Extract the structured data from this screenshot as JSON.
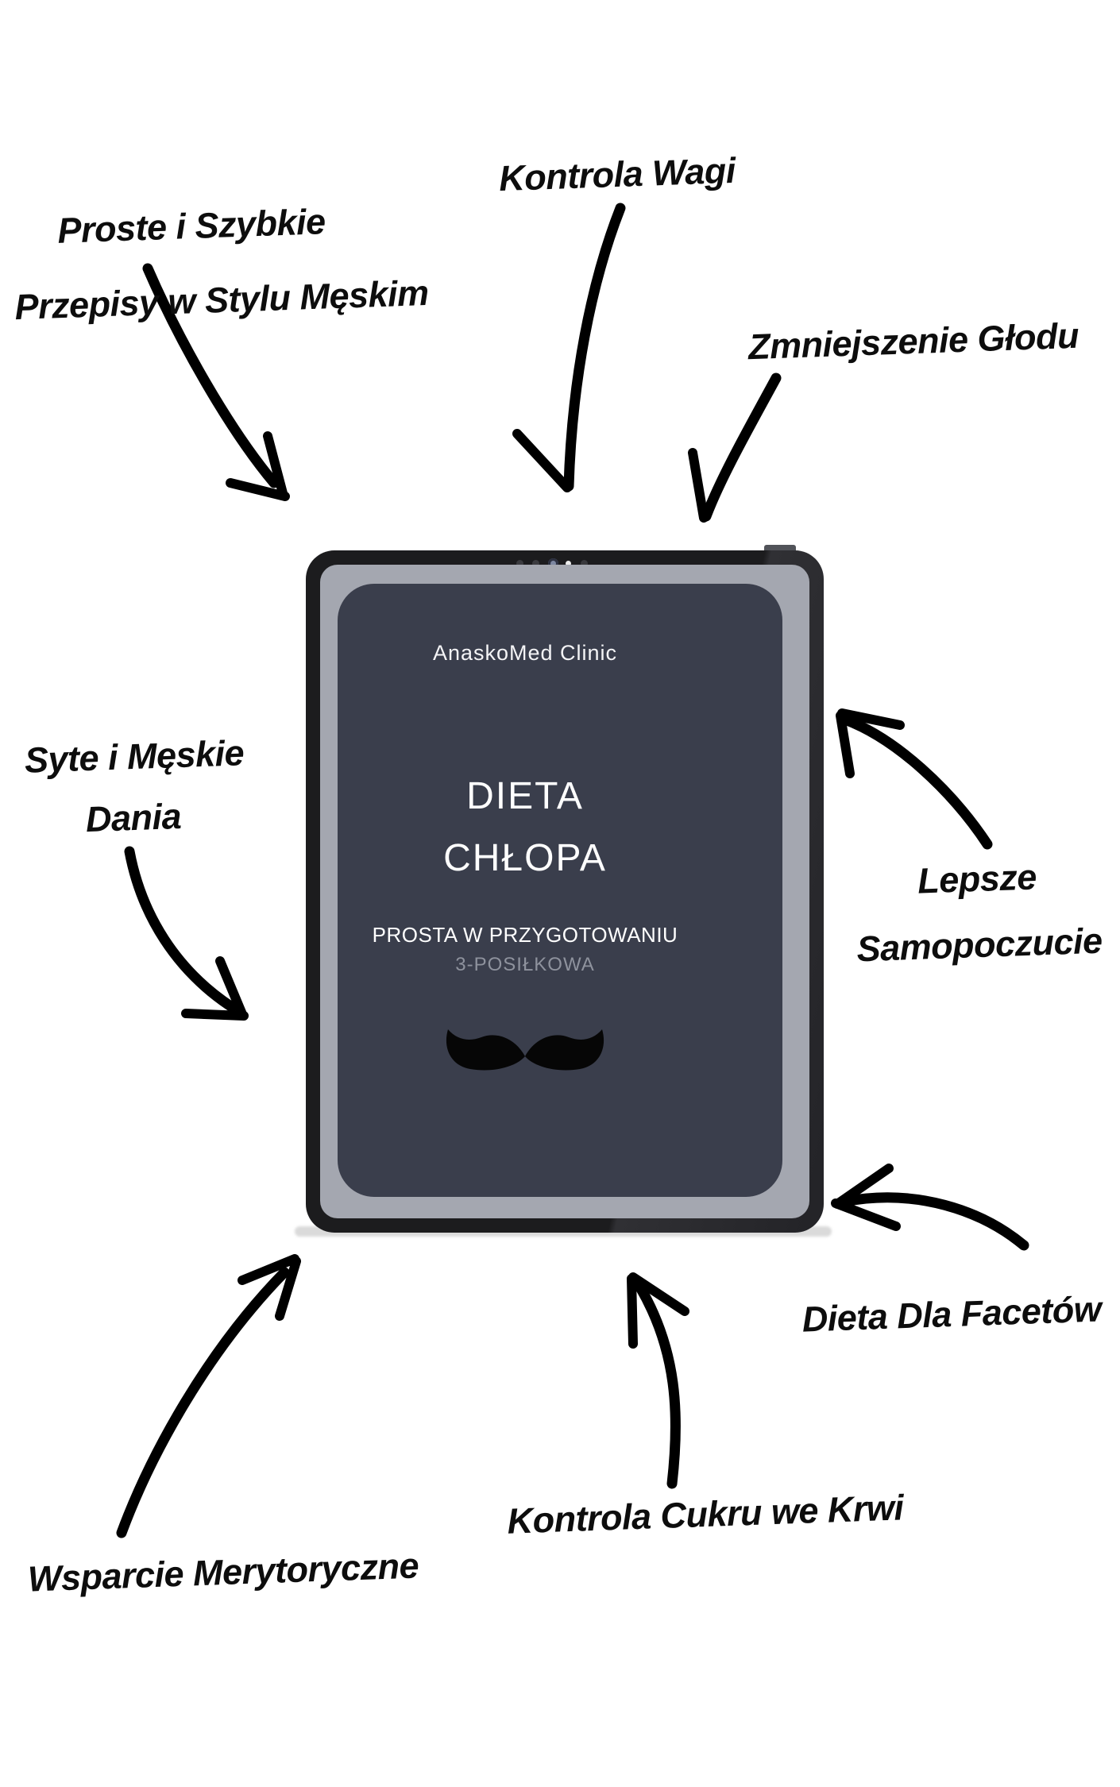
{
  "canvas": {
    "background": "#ffffff"
  },
  "tablet": {
    "brand": "AnaskoMed Clinic",
    "title": [
      "DIETA",
      "CHŁOPA"
    ],
    "subtitle": "PROSTA W PRZYGOTOWANIU",
    "subtitle_secondary": "3-POSIŁKOWA",
    "icons": [
      "mustache-icon",
      "camera-icon",
      "indicator-dot-icon"
    ],
    "colors": {
      "frame": "#1d1d1f",
      "bezel": "#a4a7b0",
      "screen": "#3a3e4c",
      "title_text": "#ffffff",
      "subtitle_muted": "#8e929d",
      "camera_lens": "#7d87a1",
      "indicator_dot": "#ececec",
      "mustache": "#000000"
    }
  },
  "callouts": {
    "top_left": {
      "lines": [
        "Proste i Szybkie",
        "Przepisy w Stylu Męskim"
      ]
    },
    "top_center": {
      "lines": [
        "Kontrola Wagi"
      ]
    },
    "top_right": {
      "lines": [
        "Zmniejszenie Głodu"
      ]
    },
    "mid_left": {
      "lines": [
        "Syte i Męskie",
        "Dania"
      ]
    },
    "mid_right": {
      "lines": [
        "Lepsze",
        "Samopoczucie"
      ]
    },
    "bottom_right": {
      "lines": [
        "Dieta Dla Facetów"
      ]
    },
    "bottom_center": {
      "lines": [
        "Kontrola Cukru we Krwi"
      ]
    },
    "bottom_left": {
      "lines": [
        "Wsparcie Merytoryczne"
      ]
    }
  },
  "arrows": {
    "color": "#000000"
  }
}
